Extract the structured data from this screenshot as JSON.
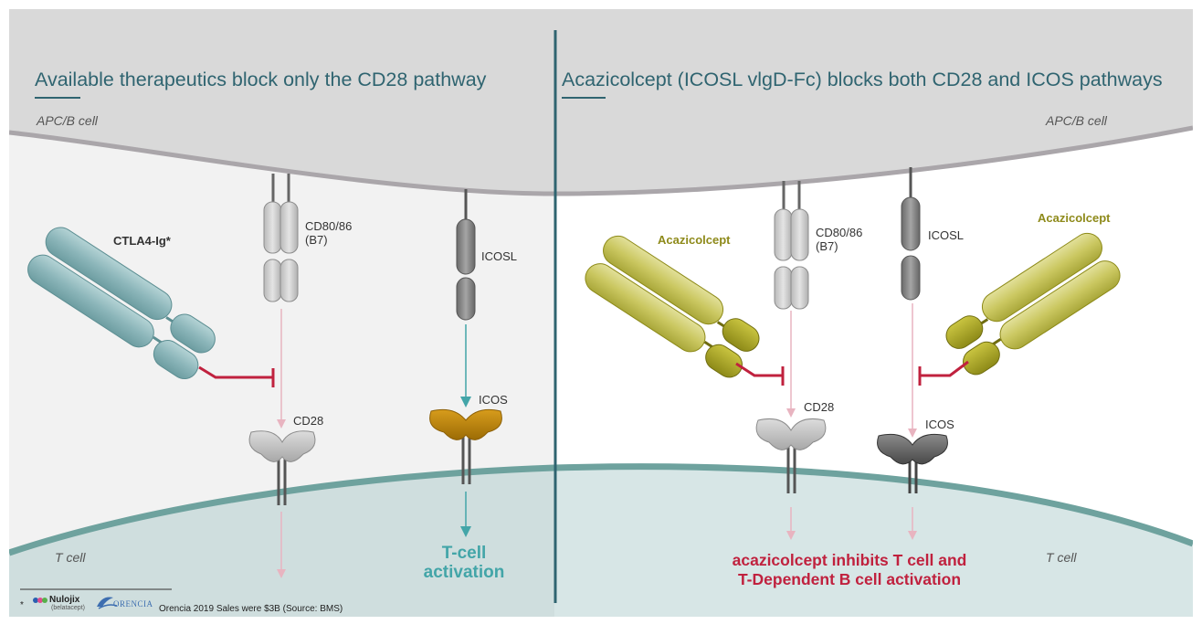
{
  "left_panel": {
    "title": "Available therapeutics block only the CD28 pathway",
    "apc_label": "APC/B cell",
    "tcell_label": "T cell",
    "drug_label": "CTLA4-Ig*",
    "cd80_label_line1": "CD80/86",
    "cd80_label_line2": "(B7)",
    "icosl_label": "ICOSL",
    "icos_label": "ICOS",
    "cd28_label": "CD28",
    "outcome_line1": "T-cell",
    "outcome_line2": "activation"
  },
  "right_panel": {
    "title": "Acazicolcept (ICOSL vlgD-Fc) blocks both CD28 and ICOS pathways",
    "apc_label": "APC/B cell",
    "tcell_label": "T cell",
    "drug_label_left": "Acazicolcept",
    "drug_label_right": "Acazicolcept",
    "cd80_label_line1": "CD80/86",
    "cd80_label_line2": "(B7)",
    "icosl_label": "ICOSL",
    "cd28_label": "CD28",
    "icos_label": "ICOS",
    "outcome_line1": "acazicolcept inhibits T cell and",
    "outcome_line2": "T-Dependent B cell activation"
  },
  "footnote": {
    "marker": "*",
    "nulojix_brand": "Nulojix",
    "nulojix_generic": "(belatacept)",
    "orencia_brand": "ORENCIA",
    "text": "Orencia 2019 Sales were $3B (Source: BMS)"
  },
  "colors": {
    "title": "#2f6470",
    "divider": "#2f6470",
    "apc_fill": "#d9d9d9",
    "membrane": "#aaa6aa",
    "tcell_fill": "#c9dcdc",
    "tcell_membrane": "#6ea29e",
    "ctla4_fill": "#8fb8bc",
    "acazicolcept_fill": "#c7c55a",
    "acazicolcept_label": "#8e8a1a",
    "icos_left_fill": "#c18a12",
    "inhibit_red": "#c0213e",
    "activation_teal": "#43a5a8",
    "receptor_grey": "#c3c3c3",
    "icosl_dark": "#7c7c7c"
  },
  "icons": [
    "nulojix-logo",
    "orencia-logo",
    "inhibition-bar",
    "activation-arrow"
  ]
}
